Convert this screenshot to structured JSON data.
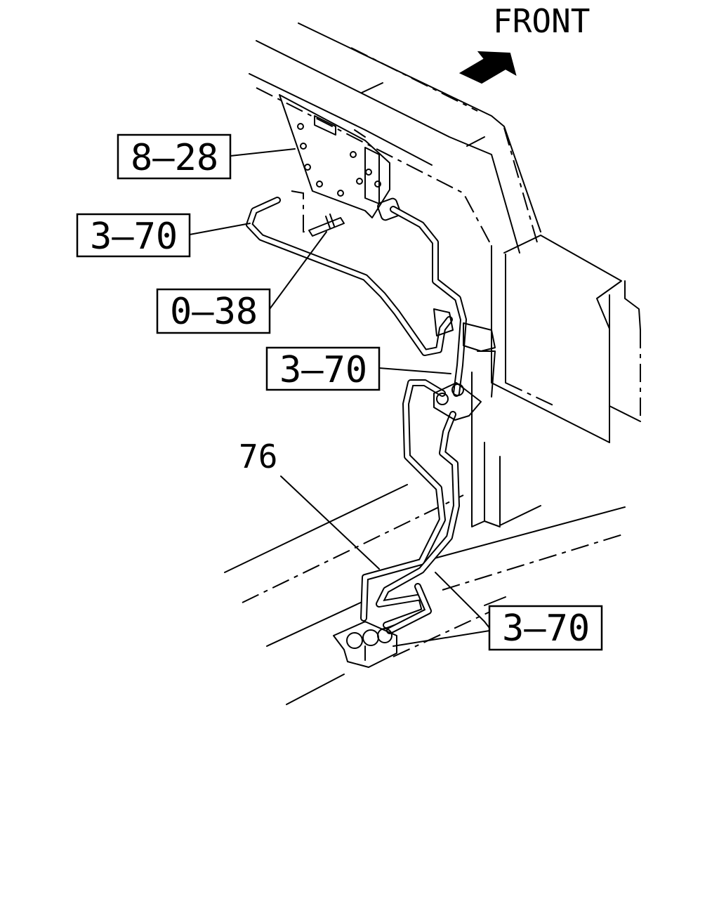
{
  "orientation_label": "FRONT",
  "callouts": [
    {
      "id": "ref-8-28",
      "text": "8–28"
    },
    {
      "id": "ref-3-70-a",
      "text": "3–70"
    },
    {
      "id": "ref-0-38",
      "text": "0–38"
    },
    {
      "id": "ref-3-70-b",
      "text": "3–70"
    },
    {
      "id": "ref-3-70-c",
      "text": "3–70"
    }
  ],
  "part_number": "76"
}
